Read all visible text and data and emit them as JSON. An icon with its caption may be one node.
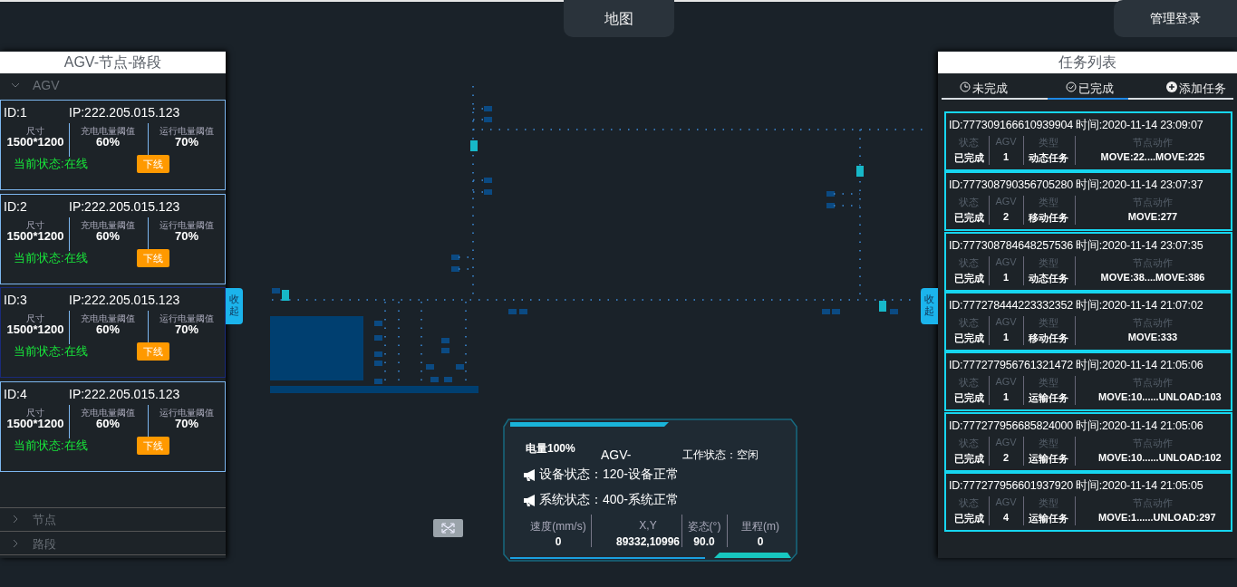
{
  "diagram": {
    "nodes": [
      {
        "text": [
          "ID:1",
          "IP:222.205.015.123",
          "尺寸",
          "1500*1200",
          "充电电量阈值",
          "60%",
          "运行电量阈值",
          "70%",
          "当前状态:在线",
          "下线"
        ]
      },
      {
        "text": [
          "ID:2",
          "IP:222.205.015.123",
          "尺寸",
          "1500*1200",
          "充电电量阈值",
          "60%",
          "运行电量阈值",
          "70%",
          "当前状态:在线",
          "下线"
        ]
      },
      {
        "text": [
          "ID:3",
          "IP:222.205.015.123",
          "尺寸",
          "1500*1200",
          "充电电量阈值",
          "60%",
          "运行电量阈值",
          "70%",
          "当前状态:在线",
          "下线"
        ]
      },
      {
        "text": [
          "ID:4",
          "IP:222.205.015.123",
          "尺寸",
          "1500*1200",
          "充电电量阈值",
          "60%",
          "运行电量阈值",
          "70%",
          "当前状态:在线",
          "下线"
        ]
      },
      {
        "text": [
          "ID:777309166610939904 时间:2020-11-14 23:09:07",
          "状态",
          "已完成",
          "AGV",
          "1",
          "类型",
          "动态任务",
          "节点动作",
          "MOVE:22....MOVE:225"
        ]
      },
      {
        "text": [
          "ID:777308790356705280 时间:2020-11-14 23:07:37",
          "状态",
          "已完成",
          "AGV",
          "2",
          "类型",
          "移动任务",
          "节点动作",
          "MOVE:277"
        ]
      },
      {
        "text": [
          "ID:777308784648257536 时间:2020-11-14 23:07:35",
          "状态",
          "已完成",
          "AGV",
          "1",
          "类型",
          "动态任务",
          "节点动作",
          "MOVE:38....MOVE:386"
        ]
      },
      {
        "text": [
          "ID:777278444223332352 时间:2020-11-14 21:07:02",
          "状态",
          "已完成",
          "AGV",
          "1",
          "类型",
          "移动任务",
          "节点动作",
          "MOVE:333"
        ]
      },
      {
        "text": [
          "ID:777277956761321472 时间:2020-11-14 21:05:06",
          "状态",
          "已完成",
          "AGV",
          "1",
          "类型",
          "运输任务",
          "节点动作",
          "MOVE:10......UNLOAD:103"
        ]
      },
      {
        "text": [
          "ID:777277956685824000 时间:2020-11-14 21:05:06",
          "状态",
          "已完成",
          "AGV",
          "2",
          "类型",
          "运输任务",
          "节点动作",
          "MOVE:10......UNLOAD:102"
        ]
      },
      {
        "text": [
          "ID:777277956601937920 时间:2020-11-14 21:05:05",
          "状态",
          "已完成",
          "AGV",
          "4",
          "类型",
          "运输任务",
          "节点动作",
          "MOVE:1......UNLOAD:297"
        ]
      },
      {
        "text": [
          "电量100%",
          "AGV-",
          "工作状态：空闲",
          "设备状态：120-设备正常",
          "系统状态：400-系统正常",
          "速度(mm/s)",
          "0",
          "X,Y",
          "89332,10996",
          "姿态(°)",
          "90.0",
          "里程(m)",
          "0"
        ]
      }
    ],
    "labels": [
      "地图",
      "管理登录",
      "AGV-节点-路段",
      "AGV",
      "收起",
      "收起",
      "任务列表",
      "未完成",
      "已完成",
      "添加任务",
      "节点",
      "路段"
    ]
  }
}
